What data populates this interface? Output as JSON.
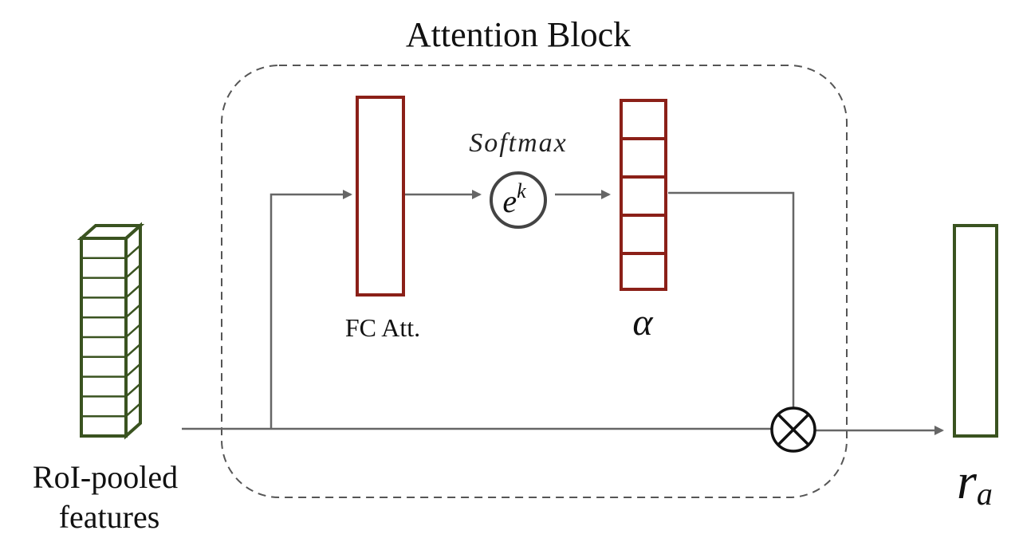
{
  "block": {
    "title": "Attention Block"
  },
  "input": {
    "label_line1": "RoI-pooled",
    "label_line2": "features"
  },
  "fc": {
    "label": "FC Att."
  },
  "softmax": {
    "label": "Softmax",
    "exp_base": "e",
    "exp_power": "k"
  },
  "alpha": {
    "label": "α"
  },
  "multiply": {
    "symbol": "⊗"
  },
  "output": {
    "label": "r",
    "subscript": "a"
  },
  "colors": {
    "green": "#3a5320",
    "red": "#8b2018",
    "line": "#666666",
    "dash": "#555555",
    "circle": "#444444"
  }
}
